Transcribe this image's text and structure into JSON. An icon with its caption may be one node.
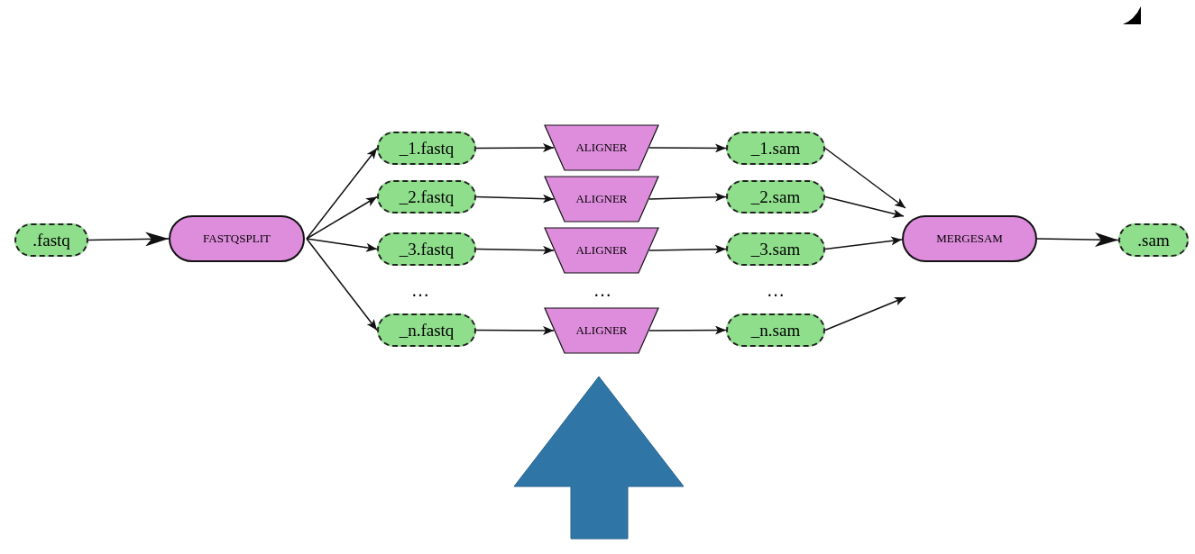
{
  "diagram": {
    "nodes": [
      {
        "text": [
          ".fastq"
        ]
      },
      {
        "text": [
          "FASTQSPLIT"
        ]
      },
      {
        "text": [
          "_1.fastq"
        ]
      },
      {
        "text": [
          "ALIGNER"
        ]
      },
      {
        "text": [
          "_1.sam"
        ]
      },
      {
        "text": [
          "_2.fastq"
        ]
      },
      {
        "text": [
          "ALIGNER"
        ]
      },
      {
        "text": [
          "_2.sam"
        ]
      },
      {
        "text": [
          "_3.fastq"
        ]
      },
      {
        "text": [
          "ALIGNER"
        ]
      },
      {
        "text": [
          "_3.sam"
        ]
      },
      {
        "text": [
          "MERGESAM"
        ]
      },
      {
        "text": [
          ".sam"
        ]
      },
      {
        "text": [
          "_n.fastq"
        ]
      },
      {
        "text": [
          "ALIGNER"
        ]
      },
      {
        "text": [
          "_n.sam"
        ]
      }
    ],
    "edges": [
      {
        "from": 0,
        "to": 1,
        "arrow": "to"
      },
      {
        "from": 1,
        "to": 2,
        "arrow": "to"
      },
      {
        "from": 1,
        "to": 5,
        "arrow": "to"
      },
      {
        "from": 1,
        "to": 8,
        "arrow": "to"
      },
      {
        "from": 1,
        "to": 13,
        "arrow": "to"
      },
      {
        "from": 2,
        "to": 3,
        "arrow": "to"
      },
      {
        "from": 3,
        "to": 4,
        "arrow": "to"
      },
      {
        "from": 5,
        "to": 6,
        "arrow": "to"
      },
      {
        "from": 6,
        "to": 7,
        "arrow": "to"
      },
      {
        "from": 8,
        "to": 9,
        "arrow": "to"
      },
      {
        "from": 9,
        "to": 10,
        "arrow": "to"
      },
      {
        "from": 13,
        "to": 14,
        "arrow": "to"
      },
      {
        "from": 14,
        "to": 15,
        "arrow": "to"
      },
      {
        "from": 4,
        "to": 11,
        "arrow": "to"
      },
      {
        "from": 7,
        "to": 11,
        "arrow": "to"
      },
      {
        "from": 10,
        "to": 11,
        "arrow": "to"
      },
      {
        "from": 15,
        "to": 11,
        "arrow": "to"
      },
      {
        "from": 11,
        "to": 12,
        "arrow": "to"
      }
    ],
    "labels": [
      "…",
      "…",
      "…"
    ]
  }
}
